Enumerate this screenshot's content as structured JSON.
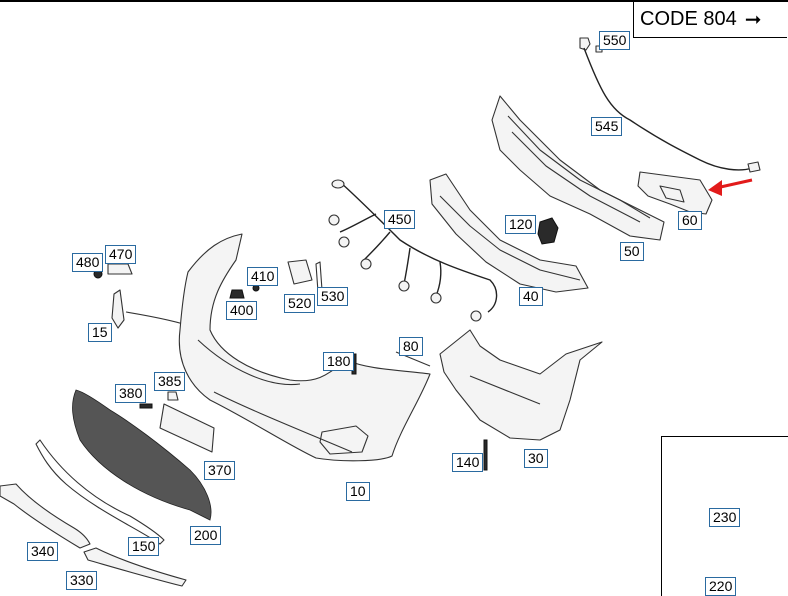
{
  "header": {
    "code_label": "CODE 804",
    "arrow_icon": "right-arrow-icon"
  },
  "colors": {
    "label_border": "#2a6aa0",
    "highlight_arrow": "#e21b1b"
  },
  "labels": {
    "p550": "550",
    "p545": "545",
    "p60": "60",
    "p50": "50",
    "p450": "450",
    "p120": "120",
    "p40": "40",
    "p470": "470",
    "p480": "480",
    "p410": "410",
    "p520": "520",
    "p530": "530",
    "p400": "400",
    "p15": "15",
    "p80": "80",
    "p180": "180",
    "p380": "380",
    "p385": "385",
    "p370": "370",
    "p140": "140",
    "p30": "30",
    "p10": "10",
    "p200": "200",
    "p150": "150",
    "p340": "340",
    "p330": "330",
    "p230": "230",
    "p220": "220"
  }
}
